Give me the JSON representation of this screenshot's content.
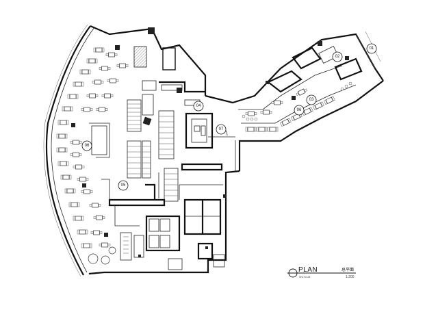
{
  "title_block": {
    "plan_label": "PLAN",
    "scale_caption": "SCALE",
    "plan_name_cn": "总平面",
    "scale_ratio": "1:200"
  },
  "section_markers": [
    {
      "id": "m01",
      "label": "01"
    },
    {
      "id": "m02",
      "label": "02"
    },
    {
      "id": "m03",
      "label": "03"
    },
    {
      "id": "m04",
      "label": "04"
    },
    {
      "id": "m05",
      "label": "05"
    },
    {
      "id": "m06a",
      "label": "06"
    },
    {
      "id": "m06b",
      "label": "06"
    },
    {
      "id": "m07",
      "label": "07"
    }
  ],
  "colors": {
    "line": "#111111",
    "paper": "#ffffff",
    "hatch": "#444444"
  }
}
